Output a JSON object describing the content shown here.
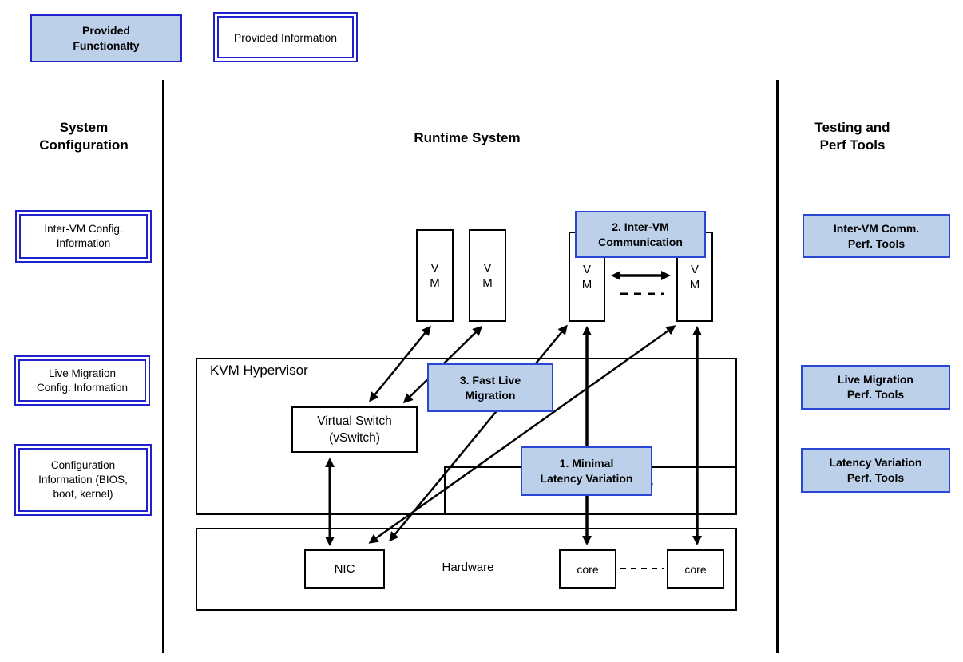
{
  "colors": {
    "fill_blue": "#bcd0ea",
    "border_blue_dark": "#2121cc",
    "border_blue": "#2a46d4"
  },
  "legend": {
    "functionality_label": "Provided\nFunctionalty",
    "information_label": "Provided Information"
  },
  "left_column": {
    "title": "System\nConfiguration",
    "boxes": [
      {
        "label": "Inter-VM Config.\nInformation"
      },
      {
        "label": "Live Migration\nConfig. Information"
      },
      {
        "label": "Configuration\nInformation (BIOS,\nboot, kernel)"
      }
    ]
  },
  "right_column": {
    "title": "Testing and\nPerf Tools",
    "boxes": [
      {
        "label": "Inter-VM Comm.\nPerf. Tools"
      },
      {
        "label": "Live Migration\nPerf. Tools"
      },
      {
        "label": "Latency Variation\nPerf. Tools"
      }
    ]
  },
  "runtime": {
    "title": "Runtime System",
    "hypervisor_label": "KVM Hypervisor",
    "vswitch_label": "Virtual Switch\n(vSwitch)",
    "vm_label": "V\nM",
    "nic_label": "NIC",
    "hardware_label": "Hardware",
    "core_label": "core",
    "inner_box_partial_label": "e"
  },
  "highlights": [
    {
      "label": "1. Minimal\nLatency Variation"
    },
    {
      "label": "2. Inter-VM\nCommunication"
    },
    {
      "label": "3. Fast Live\nMigration"
    }
  ]
}
